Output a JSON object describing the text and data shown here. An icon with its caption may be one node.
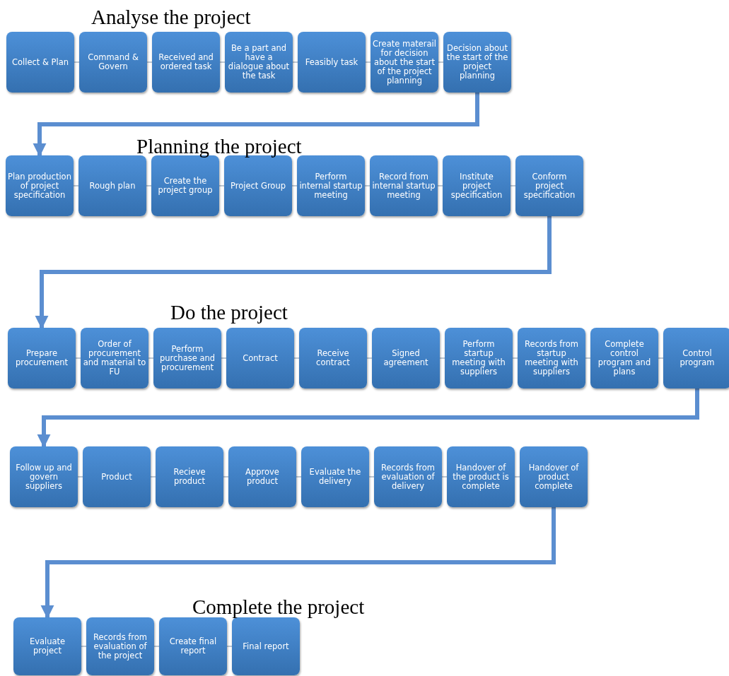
{
  "diagram": {
    "nodes": [
      {
        "text": [
          "Collect & Plan"
        ]
      },
      {
        "text": [
          "Command & Govern"
        ]
      },
      {
        "text": [
          "Received and ordered task"
        ]
      },
      {
        "text": [
          "Be a part and have a dialogue about the task"
        ]
      },
      {
        "text": [
          "Feasibly task"
        ]
      },
      {
        "text": [
          "Create materail for decision about the start of the project planning"
        ]
      },
      {
        "text": [
          "Decision about the start of the project planning"
        ]
      },
      {
        "text": [
          "Plan production of project specification"
        ]
      },
      {
        "text": [
          "Rough plan"
        ]
      },
      {
        "text": [
          "Create the project group"
        ]
      },
      {
        "text": [
          "Project Group"
        ]
      },
      {
        "text": [
          "Perform internal startup meeting"
        ]
      },
      {
        "text": [
          "Record from internal startup meeting"
        ]
      },
      {
        "text": [
          "Institute project specification"
        ]
      },
      {
        "text": [
          "Conform project specification"
        ]
      },
      {
        "text": [
          "Prepare procurement"
        ]
      },
      {
        "text": [
          "Order of procurement and material to FU"
        ]
      },
      {
        "text": [
          "Perform purchase and procurement"
        ]
      },
      {
        "text": [
          "Contract"
        ]
      },
      {
        "text": [
          "Receive contract"
        ]
      },
      {
        "text": [
          "Signed agreement"
        ]
      },
      {
        "text": [
          "Perform startup meeting with suppliers"
        ]
      },
      {
        "text": [
          "Records from startup meeting with suppliers"
        ]
      },
      {
        "text": [
          "Complete control program and plans"
        ]
      },
      {
        "text": [
          "Control program"
        ]
      },
      {
        "text": [
          "Follow up and govern suppliers"
        ]
      },
      {
        "text": [
          "Product"
        ]
      },
      {
        "text": [
          "Recieve product"
        ]
      },
      {
        "text": [
          "Approve product"
        ]
      },
      {
        "text": [
          "Evaluate the delivery"
        ]
      },
      {
        "text": [
          "Records from evaluation of delivery"
        ]
      },
      {
        "text": [
          "Handover of the product is complete"
        ]
      },
      {
        "text": [
          "Handover of product complete"
        ]
      },
      {
        "text": [
          "Evaluate project"
        ]
      },
      {
        "text": [
          "Records from evaluation of the project"
        ]
      },
      {
        "text": [
          "Create final report"
        ]
      },
      {
        "text": [
          "Final report"
        ]
      }
    ],
    "edges": [
      {
        "from": 0,
        "to": 1,
        "arrow": "none"
      },
      {
        "from": 1,
        "to": 2,
        "arrow": "none"
      },
      {
        "from": 2,
        "to": 3,
        "arrow": "none"
      },
      {
        "from": 3,
        "to": 4,
        "arrow": "none"
      },
      {
        "from": 4,
        "to": 5,
        "arrow": "none"
      },
      {
        "from": 5,
        "to": 6,
        "arrow": "none"
      },
      {
        "from": 6,
        "to": 7,
        "arrow": "to",
        "style": "thick",
        "color": "#5b8ed0"
      },
      {
        "from": 7,
        "to": 8,
        "arrow": "none"
      },
      {
        "from": 8,
        "to": 9,
        "arrow": "none"
      },
      {
        "from": 9,
        "to": 10,
        "arrow": "none"
      },
      {
        "from": 10,
        "to": 11,
        "arrow": "none"
      },
      {
        "from": 11,
        "to": 12,
        "arrow": "none"
      },
      {
        "from": 12,
        "to": 13,
        "arrow": "none"
      },
      {
        "from": 13,
        "to": 14,
        "arrow": "none"
      },
      {
        "from": 14,
        "to": 15,
        "arrow": "to",
        "style": "thick",
        "color": "#5b8ed0"
      },
      {
        "from": 15,
        "to": 16,
        "arrow": "none"
      },
      {
        "from": 16,
        "to": 17,
        "arrow": "none"
      },
      {
        "from": 17,
        "to": 18,
        "arrow": "none"
      },
      {
        "from": 18,
        "to": 19,
        "arrow": "none"
      },
      {
        "from": 19,
        "to": 20,
        "arrow": "none"
      },
      {
        "from": 20,
        "to": 21,
        "arrow": "none"
      },
      {
        "from": 21,
        "to": 22,
        "arrow": "none"
      },
      {
        "from": 22,
        "to": 23,
        "arrow": "none"
      },
      {
        "from": 23,
        "to": 24,
        "arrow": "none"
      },
      {
        "from": 24,
        "to": 25,
        "arrow": "to",
        "style": "thick",
        "color": "#5b8ed0"
      },
      {
        "from": 25,
        "to": 26,
        "arrow": "none"
      },
      {
        "from": 26,
        "to": 27,
        "arrow": "none"
      },
      {
        "from": 27,
        "to": 28,
        "arrow": "none"
      },
      {
        "from": 28,
        "to": 29,
        "arrow": "none"
      },
      {
        "from": 29,
        "to": 30,
        "arrow": "none"
      },
      {
        "from": 30,
        "to": 31,
        "arrow": "none"
      },
      {
        "from": 31,
        "to": 32,
        "arrow": "none"
      },
      {
        "from": 32,
        "to": 33,
        "arrow": "to",
        "style": "thick",
        "color": "#5b8ed0"
      },
      {
        "from": 33,
        "to": 34,
        "arrow": "none"
      },
      {
        "from": 34,
        "to": 35,
        "arrow": "none"
      },
      {
        "from": 35,
        "to": 36,
        "arrow": "none"
      }
    ],
    "labels": [
      "Analyse the project",
      "Planning the project",
      "Do the project",
      "Complete the project"
    ]
  }
}
